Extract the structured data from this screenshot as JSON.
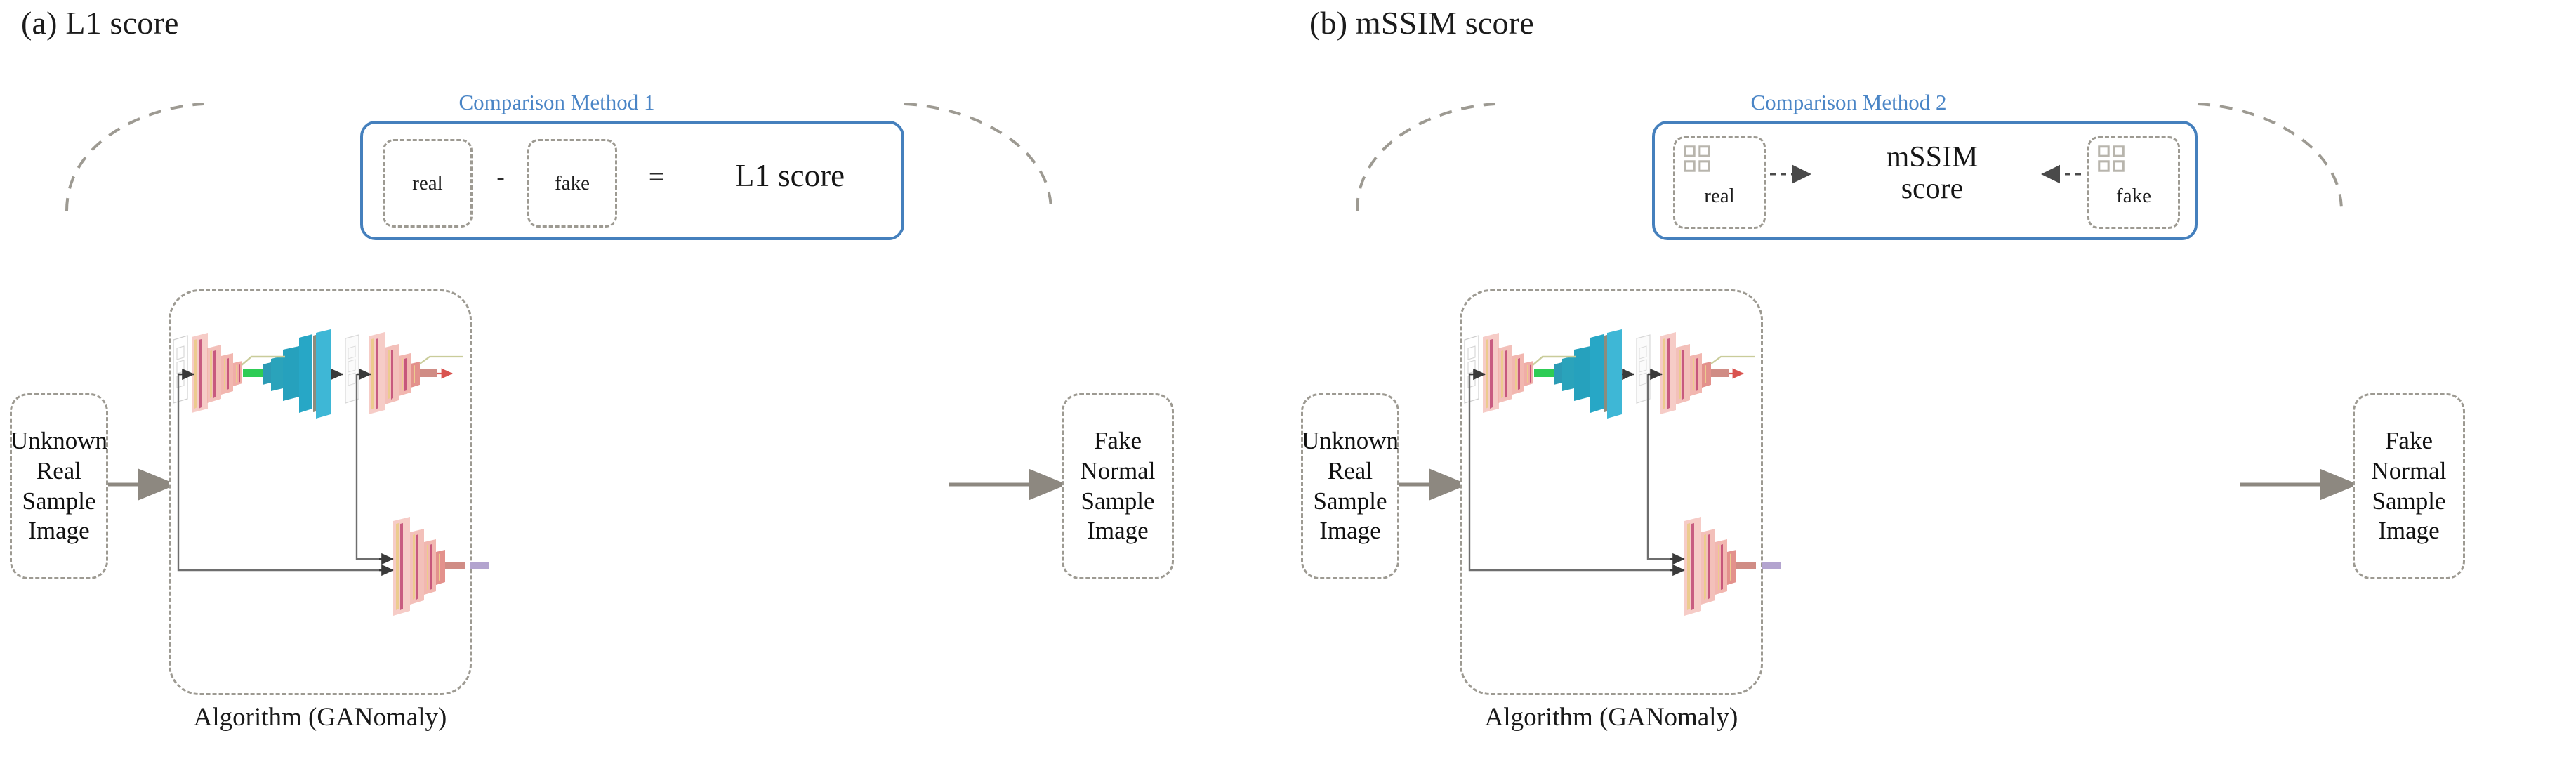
{
  "figure": {
    "type": "diagram",
    "background": "#ffffff",
    "accent_blue": "#4580bd",
    "dash_gray": "#9d9a92",
    "arrow_gray": "#8d8880"
  },
  "panels": [
    {
      "id": "a",
      "title": "(a) L1 score",
      "comparison": {
        "caption": "Comparison Method 1",
        "caption_color": "#4a85c6",
        "operands": [
          {
            "name": "real-box",
            "label": "real",
            "icon": null
          },
          {
            "name": "fake-box",
            "label": "fake",
            "icon": null
          }
        ],
        "operator": "-",
        "equals": "=",
        "result": "L1 score",
        "result_lines": [
          "L1 score"
        ]
      },
      "input_box": {
        "lines": [
          "Unknown",
          "Real Sample",
          "Image"
        ]
      },
      "output_box": {
        "lines": [
          "Fake Normal",
          "Sample",
          "Image"
        ]
      },
      "algorithm_label": "Algorithm (GANomaly)"
    },
    {
      "id": "b",
      "title": "(b) mSSIM score",
      "comparison": {
        "caption": "Comparison Method 2",
        "caption_color": "#4a85c6",
        "operands": [
          {
            "name": "real-box",
            "label": "real",
            "icon": "grid-icon"
          },
          {
            "name": "fake-box",
            "label": "fake",
            "icon": "grid-icon"
          }
        ],
        "operator": "→",
        "equals": "←",
        "result": "mSSIM score",
        "result_lines": [
          "mSSIM",
          "score"
        ]
      },
      "input_box": {
        "lines": [
          "Unknown",
          "Real Sample",
          "Image"
        ]
      },
      "output_box": {
        "lines": [
          "Fake Normal",
          "Sample",
          "Image"
        ]
      },
      "algorithm_label": "Algorithm (GANomaly)"
    }
  ],
  "network": {
    "name": "GANomaly encoder-decoder-encoder with discriminator",
    "colors": {
      "encoder_pink": "#f0b3ad",
      "encoder_pink_light": "#f6cfcb",
      "bottleneck_green": "#2ecc55",
      "decoder_teal": "#2aa3bb",
      "decoder_teal_dark": "#1f8fa8",
      "output_red": "#d9534f",
      "latent_purple": "#b3a4cf",
      "edge_magenta": "#b33a6a",
      "edge_tan": "#e8c98a",
      "connector_gray": "#6e6e6e",
      "skip_olive": "#c9cc9a"
    }
  }
}
